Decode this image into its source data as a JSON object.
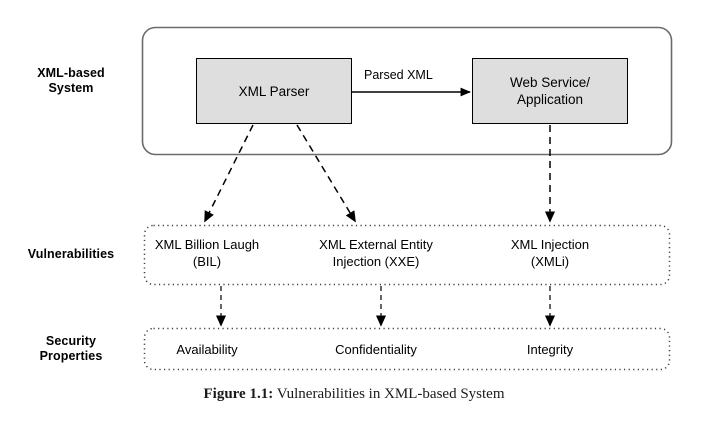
{
  "figure": {
    "caption_label": "Figure 1.1:",
    "caption_text": "Vulnerabilities in XML-based System"
  },
  "row_labels": {
    "system": "XML-based\nSystem",
    "system_line1": "XML-based",
    "system_line2": "System",
    "vulnerabilities": "Vulnerabilities",
    "security_line1": "Security",
    "security_line2": "Properties"
  },
  "system_layer": {
    "nodes": [
      {
        "id": "xml-parser",
        "label": "XML Parser"
      },
      {
        "id": "web-service",
        "label_line1": "Web Service/",
        "label_line2": "Application"
      }
    ],
    "edge_label": "Parsed XML"
  },
  "vulnerabilities": [
    {
      "id": "bil",
      "line1": "XML Billion Laugh",
      "line2": "(BIL)"
    },
    {
      "id": "xxe",
      "line1": "XML External Entity",
      "line2": "Injection (XXE)"
    },
    {
      "id": "xmli",
      "line1": "XML Injection",
      "line2": "(XMLi)"
    }
  ],
  "security_properties": [
    {
      "id": "availability",
      "label": "Availability"
    },
    {
      "id": "confidentiality",
      "label": "Confidentiality"
    },
    {
      "id": "integrity",
      "label": "Integrity"
    }
  ],
  "colors": {
    "node_fill": "#dededf",
    "node_stroke": "#000000",
    "container_stroke": "#6b6b6b",
    "dotted_stroke": "#4d4d4d",
    "arrow": "#000000",
    "background": "#ffffff",
    "caption_text": "#1a1a1a"
  }
}
